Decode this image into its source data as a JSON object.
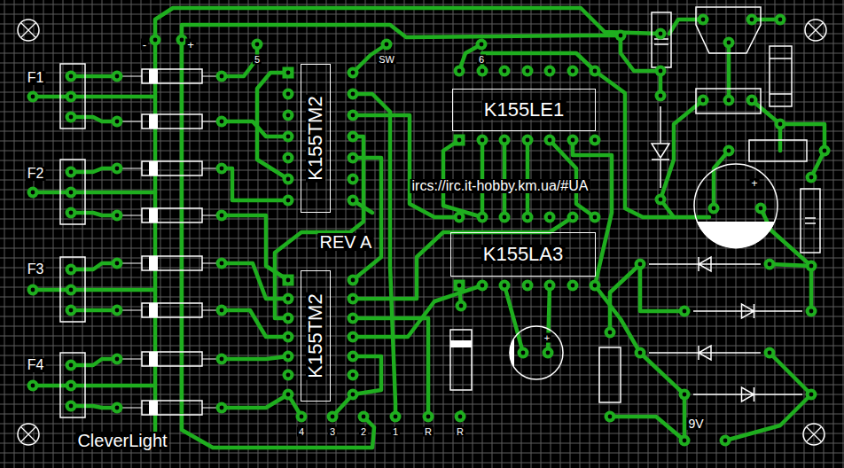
{
  "diagram": {
    "nodes": [
      {
        "text": [
          "K155TM2"
        ]
      },
      {
        "text": [
          "K155LE1"
        ]
      },
      {
        "text": [
          "K155LA3"
        ]
      },
      {
        "text": [
          "K155TM2"
        ]
      }
    ],
    "labels": [
      "F1",
      "F2",
      "F3",
      "F4",
      "-",
      "+",
      "5",
      "SW",
      "6",
      "ircs://irc.it-hobby.km.ua/#UA",
      "REV A",
      "CleverLight",
      "4",
      "3",
      "2",
      "1",
      "R",
      "R",
      "9V",
      "+",
      "+"
    ]
  }
}
